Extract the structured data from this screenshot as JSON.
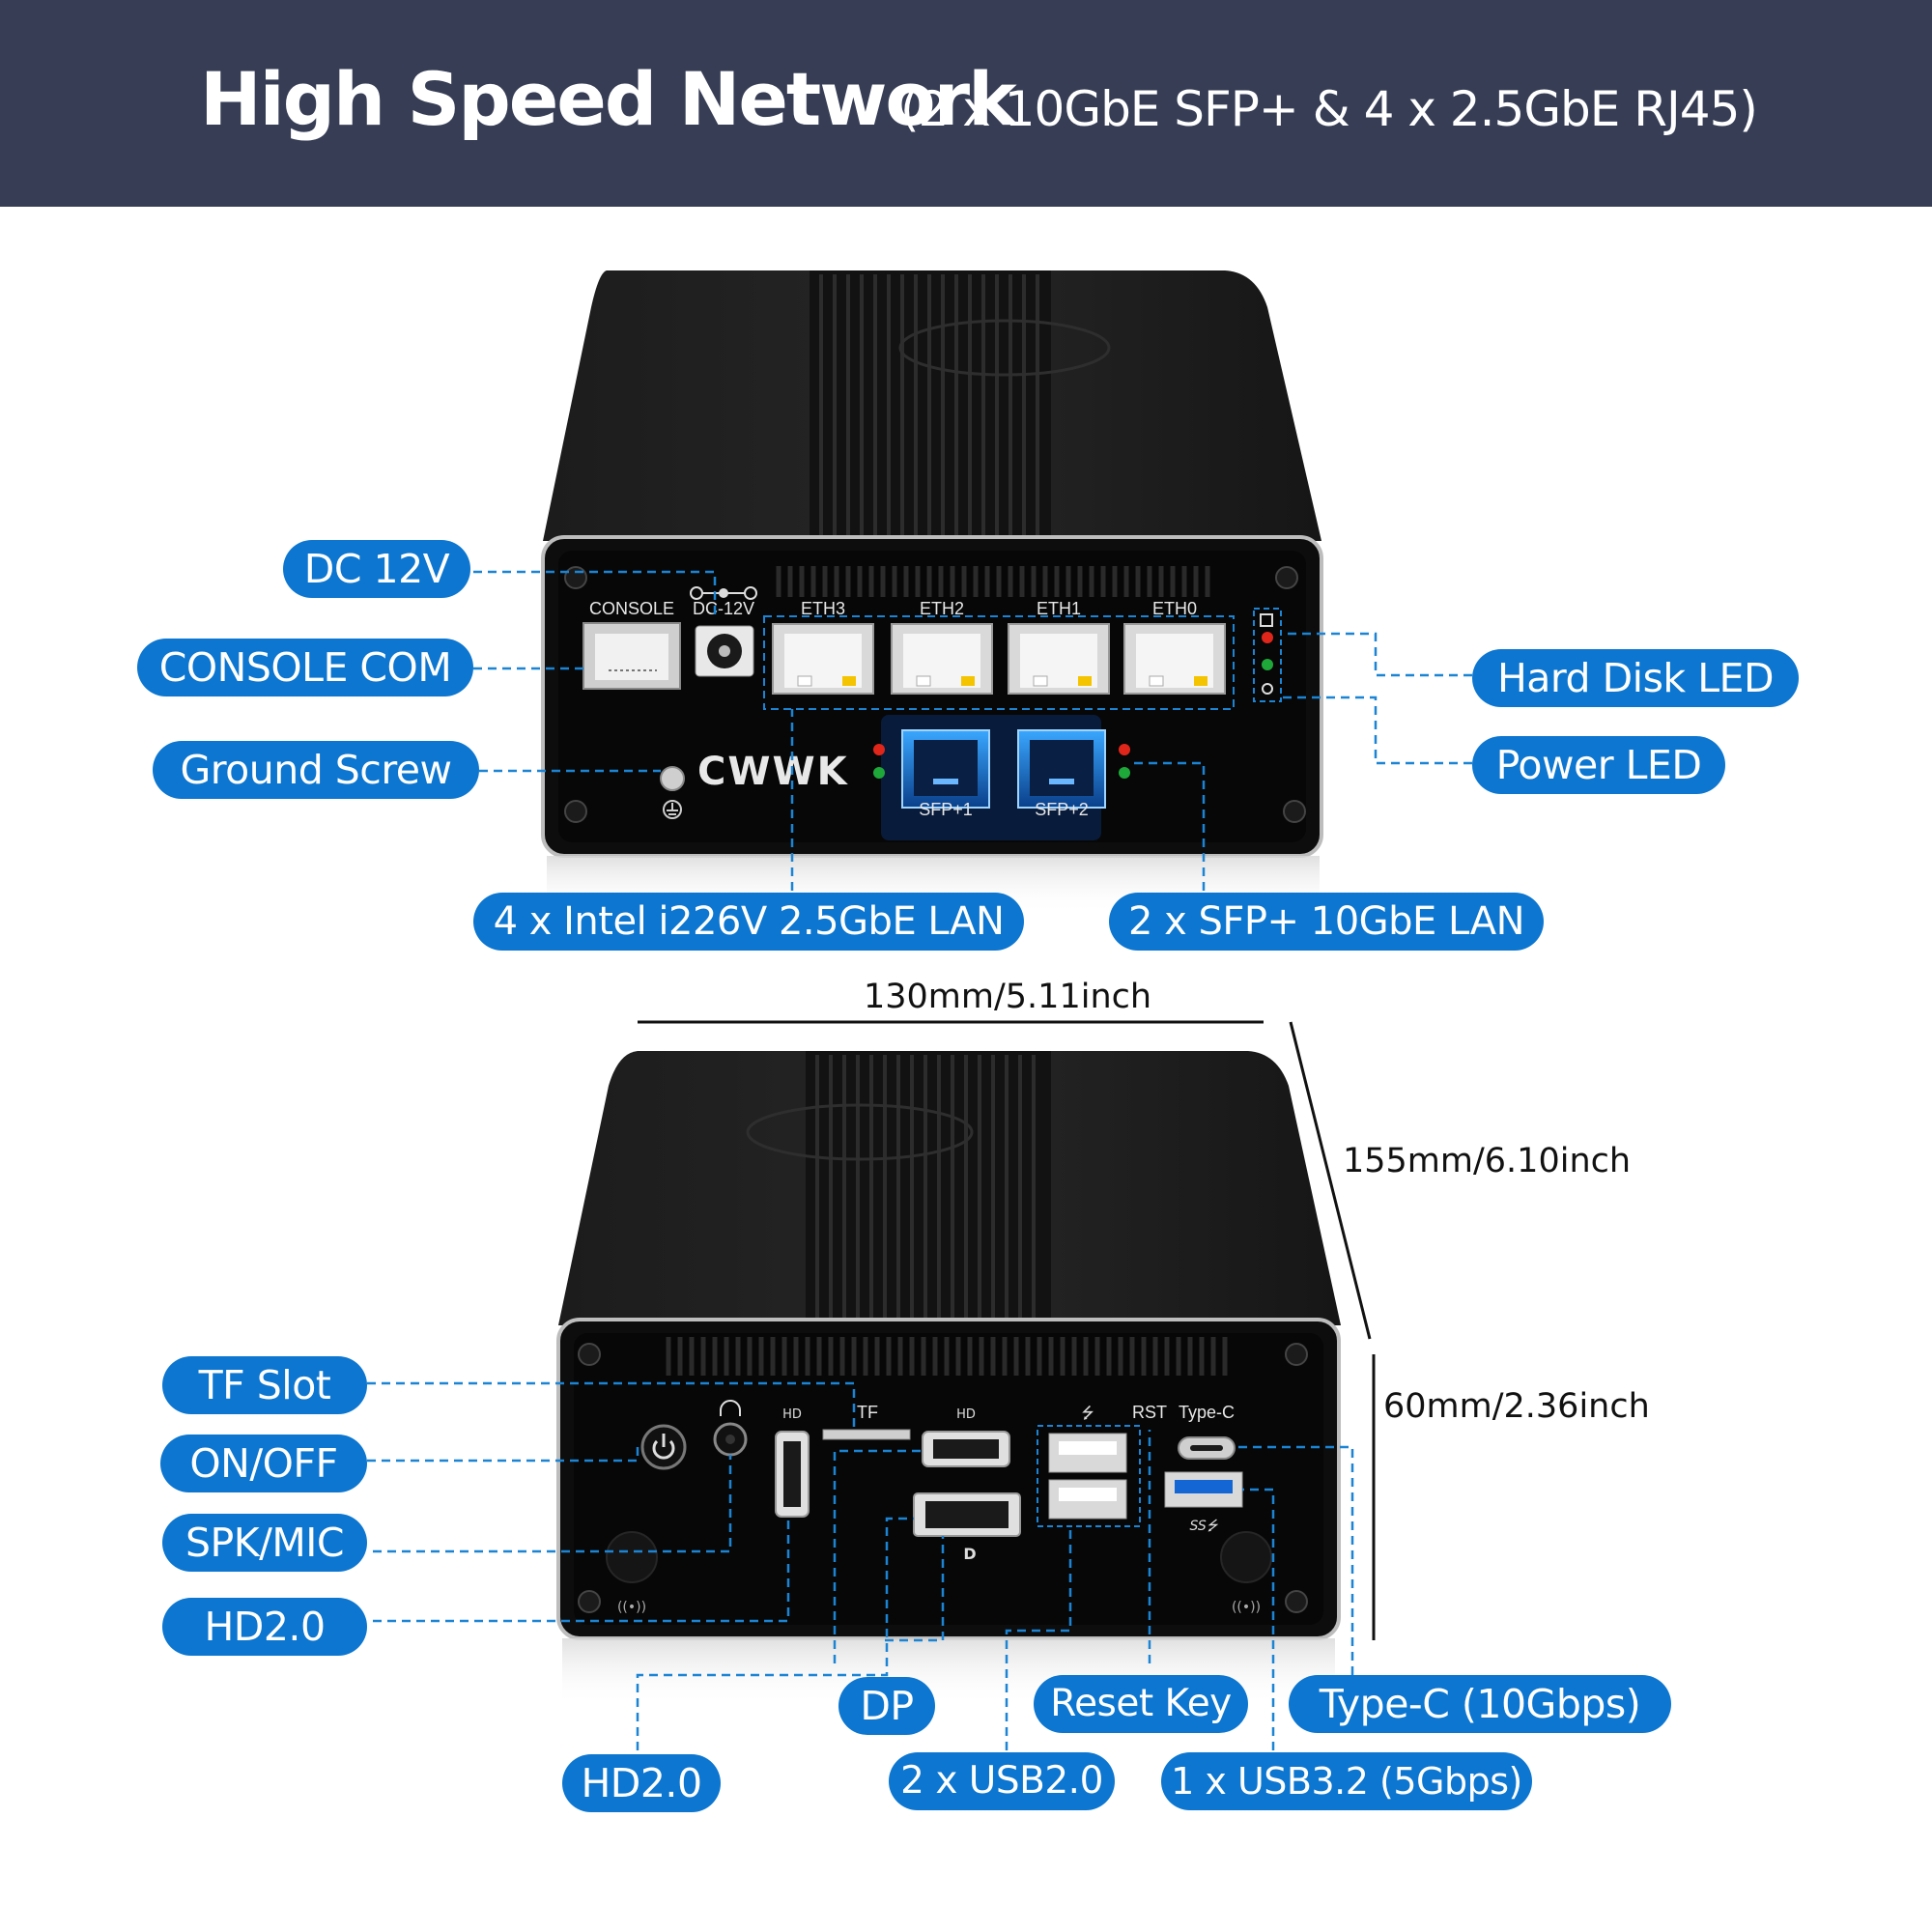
{
  "header": {
    "title": "High Speed Network",
    "subtitle": "(2 x 10GbE SFP+ & 4 x 2.5GbE RJ45)",
    "background": "#363d55"
  },
  "colors": {
    "pill": "#0c76d0",
    "dashed_line": "#1b84d4",
    "device": "#101010"
  },
  "front_panel": {
    "brand_logo": "CWWK",
    "port_labels": {
      "console": "CONSOLE",
      "dc": "DC-12V",
      "eth3": "ETH3",
      "eth2": "ETH2",
      "eth1": "ETH1",
      "eth0": "ETH0",
      "sfp1": "SFP+1",
      "sfp2": "SFP+2"
    },
    "callouts": {
      "dc_12v": "DC 12V",
      "console_com": "CONSOLE COM",
      "ground_screw": "Ground Screw",
      "hard_disk_led": "Hard Disk LED",
      "power_led": "Power LED",
      "lan_2_5g": "4 x Intel i226V 2.5GbE LAN",
      "sfp_10g": "2 x SFP+ 10GbE LAN"
    }
  },
  "rear_panel": {
    "port_labels": {
      "tf": "TF",
      "rst": "RST",
      "type_c": "Type-C"
    },
    "callouts": {
      "tf_slot": "TF Slot",
      "on_off": "ON/OFF",
      "spk_mic": "SPK/MIC",
      "hd20_left": "HD2.0",
      "hd20_bottom": "HD2.0",
      "dp": "DP",
      "usb20": "2 x USB2.0",
      "reset_key": "Reset Key",
      "usb32": "1 x USB3.2 (5Gbps)",
      "type_c": "Type-C (10Gbps)"
    }
  },
  "dimensions": {
    "width": "130mm/5.11inch",
    "depth": "155mm/6.10inch",
    "height": "60mm/2.36inch"
  }
}
